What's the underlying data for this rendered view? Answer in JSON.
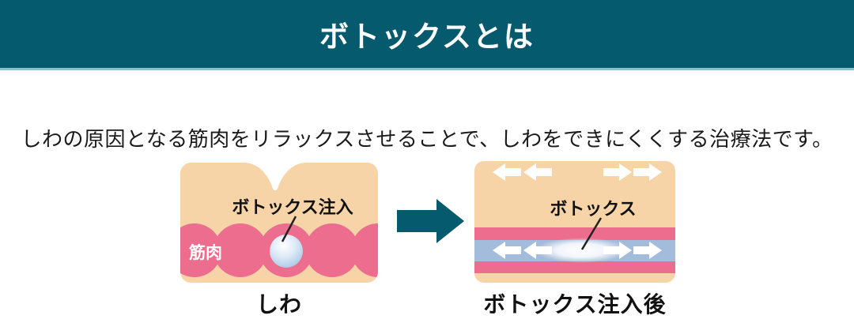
{
  "header": {
    "title": "ボトックスとは"
  },
  "description": "しわの原因となる筋肉をリラックスさせることで、しわをできにくくする治療法です。",
  "before": {
    "muscle_label": "筋肉",
    "injection_label": "ボトックス注入",
    "caption": "しわ"
  },
  "after": {
    "botox_label": "ボトックス",
    "caption": "ボトックス注入後"
  },
  "icons": {
    "transition_arrow": "right-block-arrow",
    "skin_relax_arrows": "outward-block-arrows",
    "muscle_relax_arrows": "outward-block-arrows"
  },
  "colors": {
    "banner_teal": "#065a6e",
    "banner_underline": "#8fbfca",
    "skin_peach": "#f7d4a8",
    "muscle_pink": "#ec6d8e",
    "relaxed_muscle_blue": "#a4bcdc",
    "botox_ball_blue": "#a9c6e8",
    "text_black": "#1a1a1a",
    "arrow_white": "#ffffff"
  }
}
